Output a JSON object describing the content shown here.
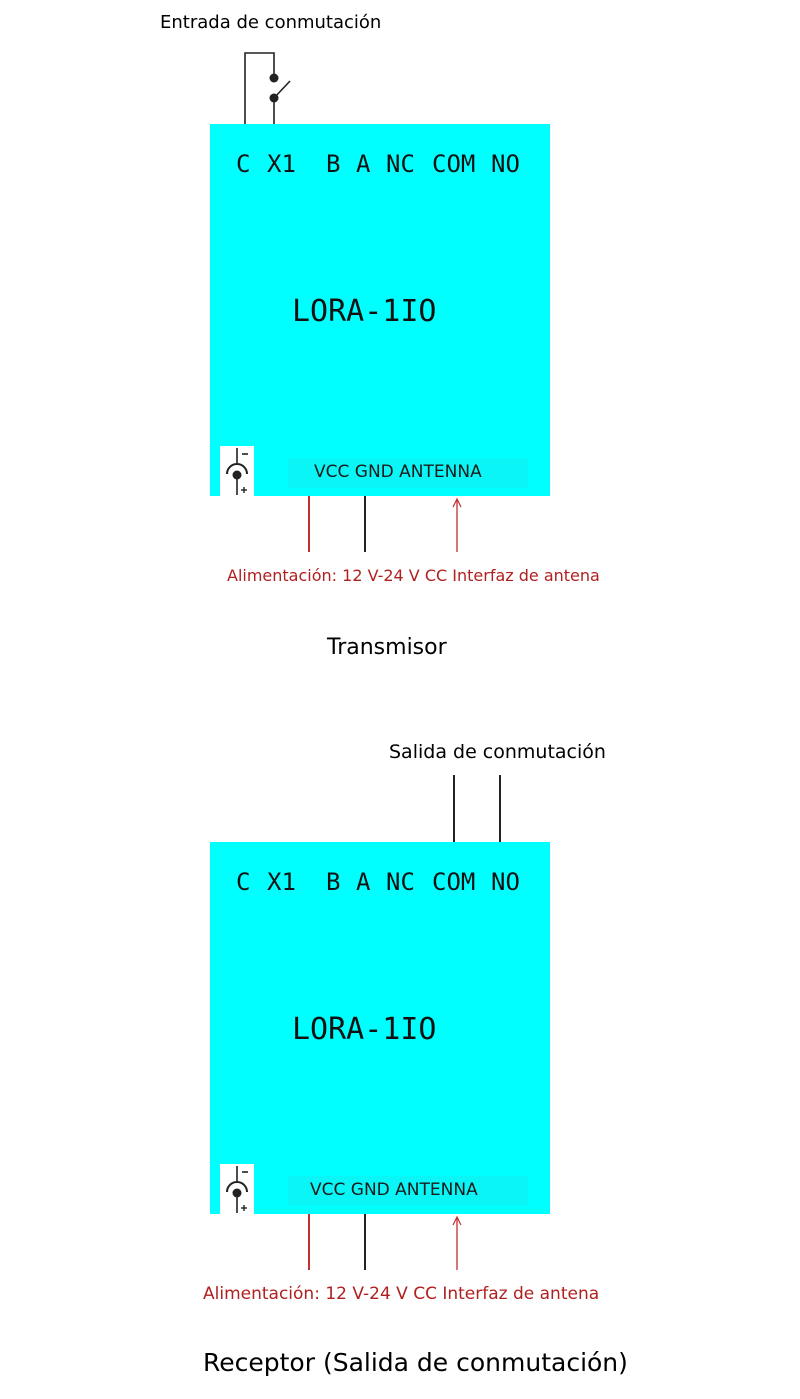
{
  "transmitter": {
    "input_label": "Entrada de conmutación",
    "terminals": [
      "C",
      "X1",
      "B",
      "A",
      "NC",
      "COM",
      "NO"
    ],
    "model": "LORA-1IO",
    "power_pins": "VCC GND ANTENNA",
    "power_note": "Alimentación: 12 V-24 V CC Interfaz de antena",
    "caption": "Transmisor"
  },
  "receiver": {
    "output_label": "Salida de conmutación",
    "terminals": [
      "C",
      "X1",
      "B",
      "A",
      "NC",
      "COM",
      "NO"
    ],
    "model": "LORA-1IO",
    "power_pins": "VCC GND ANTENNA",
    "power_note": "Alimentación: 12 V-24 V CC Interfaz de antena",
    "caption": "Receptor (Salida de conmutación)"
  },
  "colors": {
    "module": "#00ffff",
    "note_red": "#b02020",
    "wire_black": "#222222",
    "wire_red": "#c03030"
  },
  "icons": {
    "dc_polarity": "dc-polarity-icon",
    "switch": "switch-symbol-icon",
    "antenna_arrow": "arrow-up-icon"
  }
}
